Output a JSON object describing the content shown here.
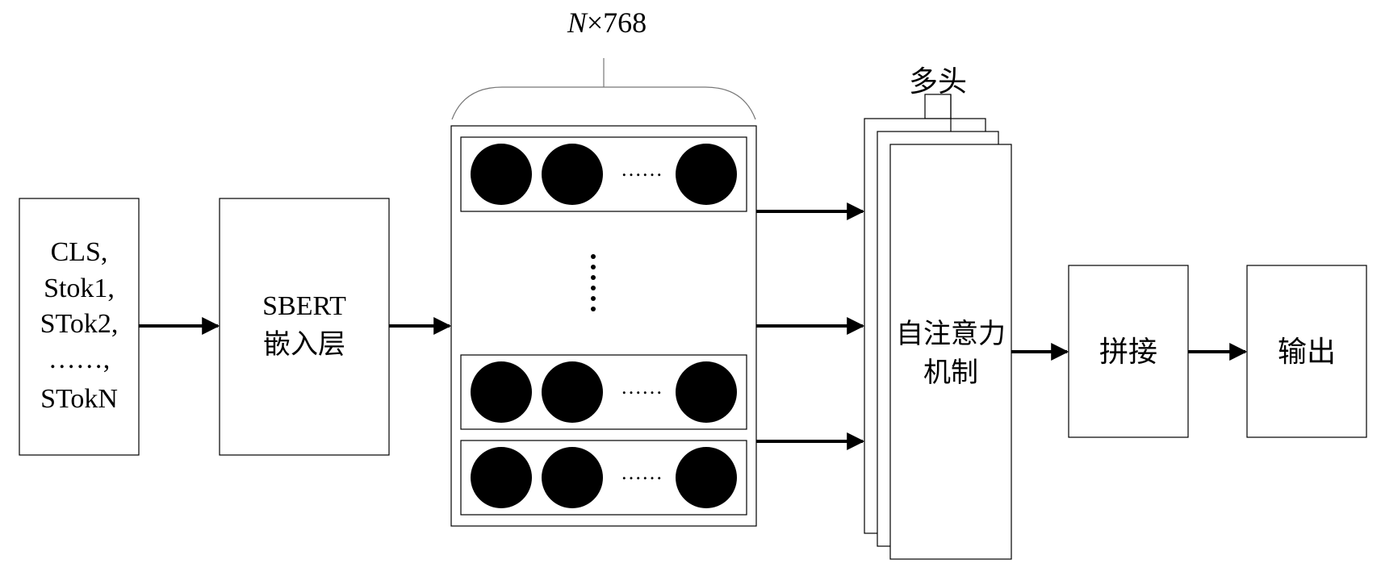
{
  "input": {
    "lines": [
      "CLS,",
      "Stok1,",
      "STok2,",
      "……,",
      "STokN"
    ]
  },
  "sbert": {
    "line1": "SBERT",
    "line2": "嵌入层"
  },
  "dimension": {
    "var": "N",
    "times": "×",
    "num": "768"
  },
  "embed_rows": {
    "ellipsis": "……"
  },
  "multi_head": {
    "label": "多头"
  },
  "attention": {
    "line1": "自注意力",
    "line2": "机制"
  },
  "concat": {
    "label": "拼接"
  },
  "output": {
    "label": "输出"
  }
}
